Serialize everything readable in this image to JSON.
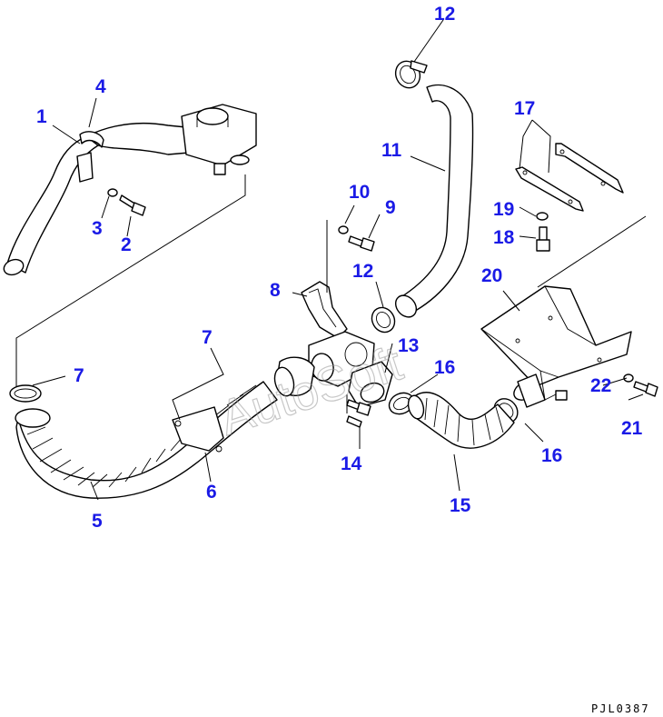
{
  "diagram": {
    "labels": {
      "l1": "1",
      "l2": "2",
      "l3": "3",
      "l4": "4",
      "l5": "5",
      "l6": "6",
      "l7a": "7",
      "l7b": "7",
      "l8": "8",
      "l9": "9",
      "l10": "10",
      "l11": "11",
      "l12a": "12",
      "l12b": "12",
      "l13": "13",
      "l14": "14",
      "l15": "15",
      "l16a": "16",
      "l16b": "16",
      "l17": "17",
      "l18": "18",
      "l19": "19",
      "l20": "20",
      "l21": "21",
      "l22": "22"
    },
    "watermark": "AutoSoft",
    "drawing_code": "PJL0387",
    "label_color": "#1a1ae6"
  }
}
